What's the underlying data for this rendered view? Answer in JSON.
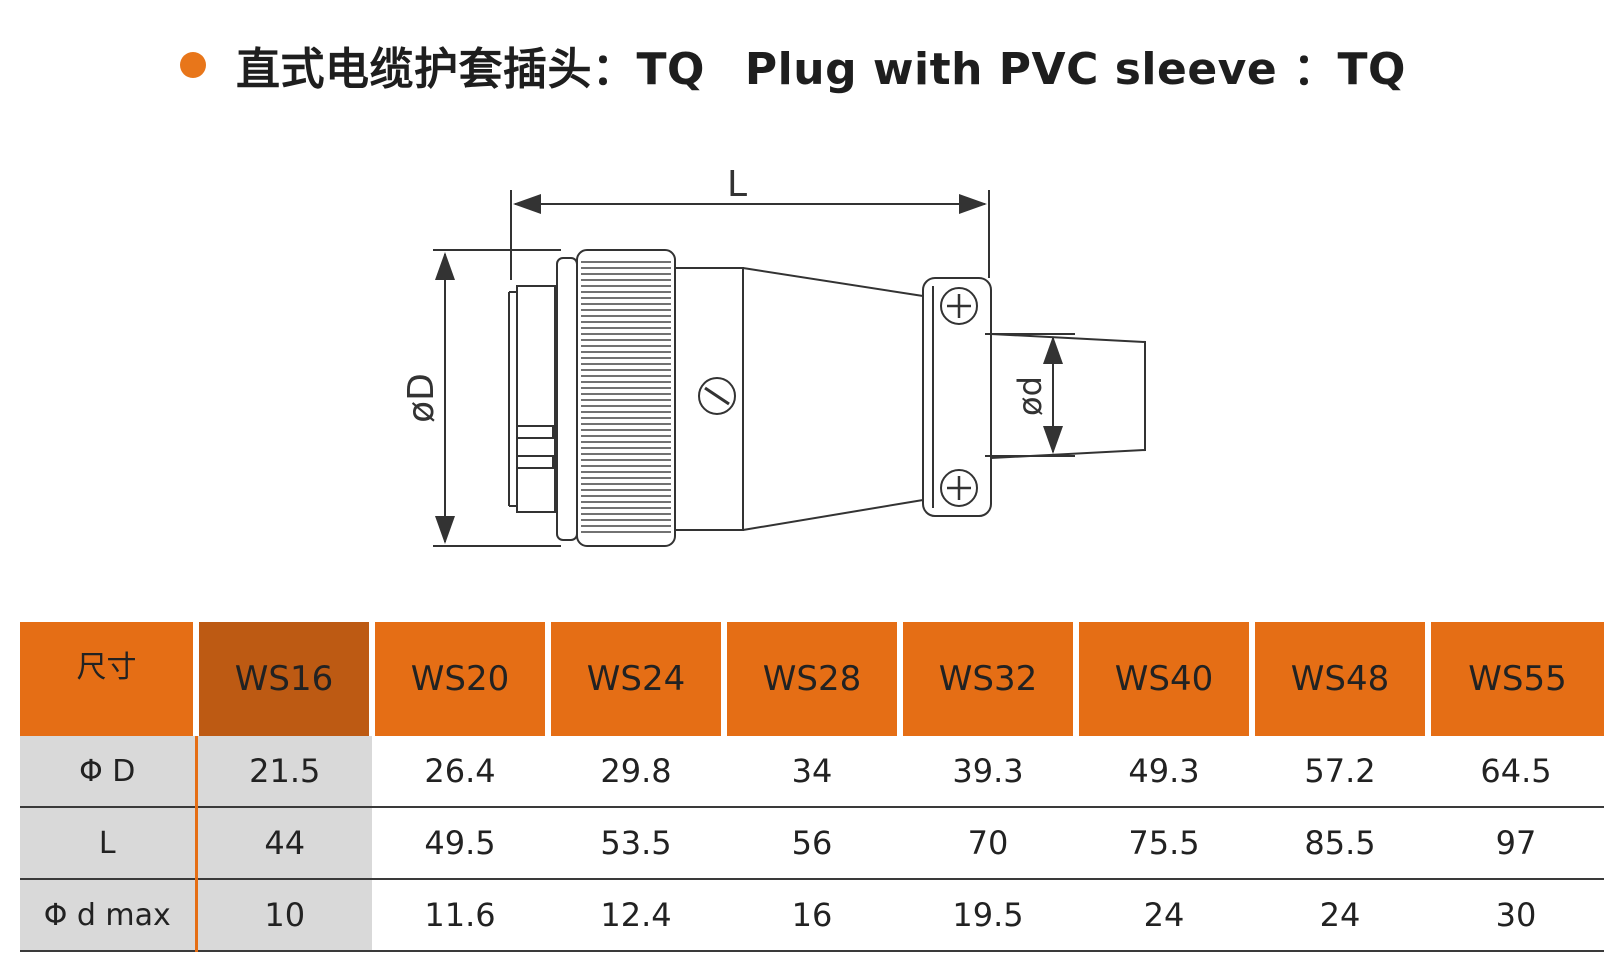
{
  "title": {
    "chinese": "直式电缆护套插头：TQ",
    "english": "Plug with PVC sleeve ：TQ",
    "accent_color": "#e8761a",
    "bullet_icon": "orange-dot"
  },
  "drawing": {
    "label_length": "L",
    "label_outer_diameter": "øD",
    "label_inner_diameter": "ød"
  },
  "table": {
    "corner_label": "尺寸",
    "header_color": "#e56e15",
    "highlight_header_color": "#bd5a13",
    "label_column_color": "#d9d9d9",
    "columns": [
      "WS16",
      "WS20",
      "WS24",
      "WS28",
      "WS32",
      "WS40",
      "WS48",
      "WS55"
    ],
    "rows": [
      {
        "label": "Φ D",
        "values": [
          "21.5",
          "26.4",
          "29.8",
          "34",
          "39.3",
          "49.3",
          "57.2",
          "64.5"
        ]
      },
      {
        "label": "L",
        "values": [
          "44",
          "49.5",
          "53.5",
          "56",
          "70",
          "75.5",
          "85.5",
          "97"
        ]
      },
      {
        "label": "Φ d max",
        "values": [
          "10",
          "11.6",
          "12.4",
          "16",
          "19.5",
          "24",
          "24",
          "30"
        ]
      }
    ]
  }
}
